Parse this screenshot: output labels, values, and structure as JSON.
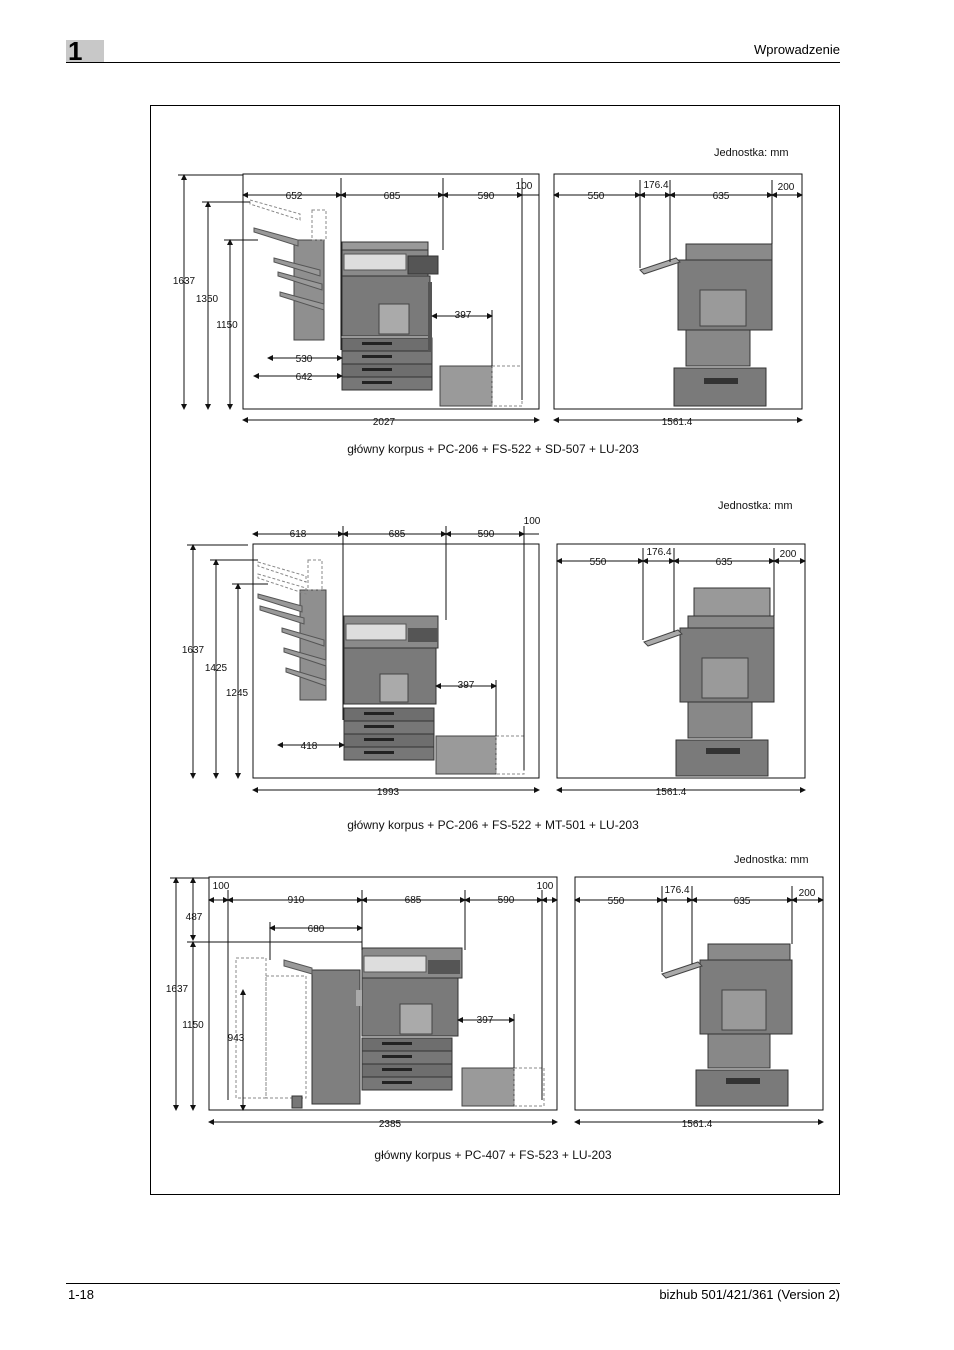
{
  "header": {
    "chapter_number": "1",
    "title": "Wprowadzenie"
  },
  "footer": {
    "page_number": "1-18",
    "product": "bizhub 501/421/361 (Version 2)"
  },
  "figures": [
    {
      "unit_label": "Jednostka: mm",
      "caption": "główny korpus + PC-206 + FS-522 + SD-507 + LU-203",
      "side_dims": {
        "top": [
          "652",
          "685",
          "590",
          "100"
        ],
        "heights": [
          "1637",
          "1350",
          "1150"
        ],
        "depths": [
          "530",
          "642"
        ],
        "lu": "397",
        "total": "2027"
      },
      "front_dims": {
        "top": [
          "550",
          "176.4",
          "635",
          "200"
        ],
        "total": "1561.4"
      }
    },
    {
      "unit_label": "Jednostka: mm",
      "caption": "główny korpus + PC-206 + FS-522 + MT-501 + LU-203",
      "side_dims": {
        "top": [
          "618",
          "685",
          "590",
          "100"
        ],
        "heights": [
          "1637",
          "1425",
          "1245"
        ],
        "depths": [
          "418"
        ],
        "lu": "397",
        "total": "1993"
      },
      "front_dims": {
        "top": [
          "550",
          "176.4",
          "635",
          "200"
        ],
        "total": "1561.4"
      }
    },
    {
      "unit_label": "Jednostka: mm",
      "caption": "główny korpus + PC-407 + FS-523 + LU-203",
      "side_dims": {
        "top": [
          "100",
          "910",
          "685",
          "590",
          "100"
        ],
        "heights": [
          "487",
          "1637",
          "1150"
        ],
        "depths": [
          "680",
          "943"
        ],
        "lu": "397",
        "total": "2385"
      },
      "front_dims": {
        "top": [
          "550",
          "176.4",
          "635",
          "200"
        ],
        "total": "1561.4"
      }
    }
  ]
}
